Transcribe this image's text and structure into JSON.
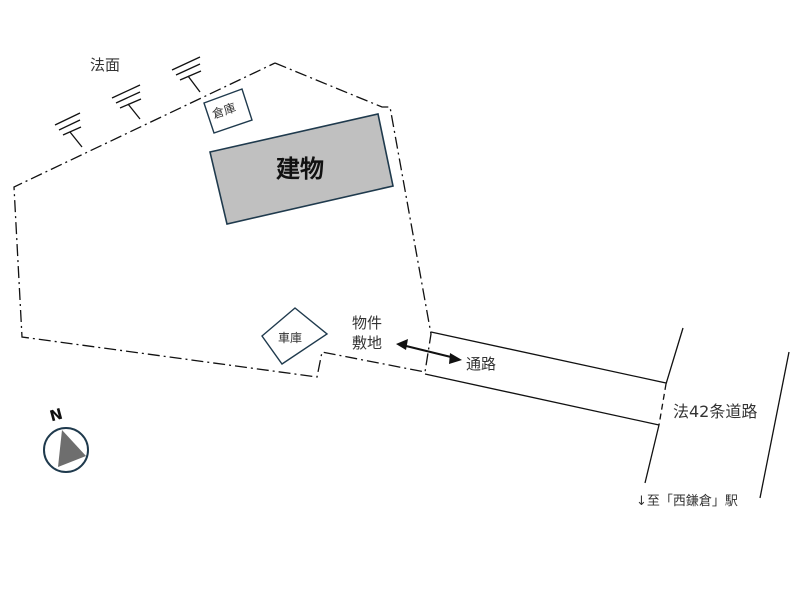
{
  "diagram": {
    "type": "site-plan",
    "labels": {
      "slope": "法面",
      "storage": "倉庫",
      "building": "建物",
      "garage": "車庫",
      "property_line1": "物件",
      "property_line2": "敷地",
      "passage": "通路",
      "road": "法42条道路",
      "station": "↓至「西鎌倉」駅",
      "north": "N"
    },
    "colors": {
      "building_fill": "#c0c0c0",
      "outline": "#1f3a4d",
      "compass_fill": "#6e6e6e",
      "line": "#111111"
    }
  }
}
